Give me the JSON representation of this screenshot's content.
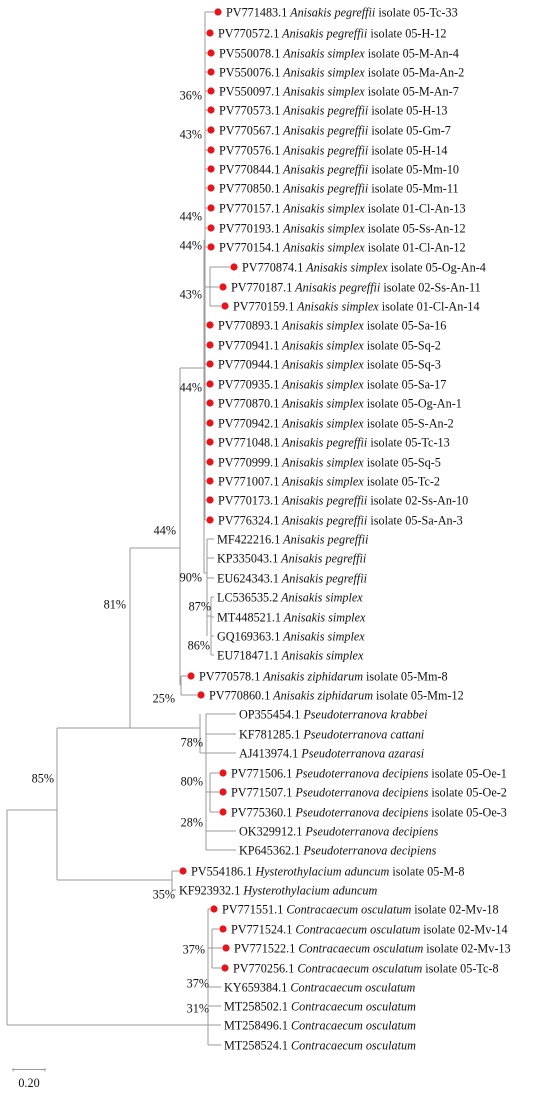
{
  "tree": {
    "taxa": {
      "t1": {
        "acc": "PV771483.1",
        "genus": "Anisakis",
        "species": "pegreffii",
        "isolate": "isolate 05-Tc-33",
        "dot": true
      },
      "t2": {
        "acc": "PV770572.1",
        "genus": "Anisakis",
        "species": "pegreffii",
        "isolate": "isolate 05-H-12",
        "dot": true
      },
      "t3": {
        "acc": "PV550078.1",
        "genus": "Anisakis",
        "species": "simplex",
        "isolate": "isolate 05-M-An-4",
        "dot": true
      },
      "t4": {
        "acc": "PV550076.1",
        "genus": "Anisakis",
        "species": "simplex",
        "isolate": "isolate 05-Ma-An-2",
        "dot": true
      },
      "t5": {
        "acc": "PV550097.1",
        "genus": "Anisakis",
        "species": "simplex",
        "isolate": "isolate 05-M-An-7",
        "dot": true
      },
      "t6": {
        "acc": "PV770573.1",
        "genus": "Anisakis",
        "species": "pegreffii",
        "isolate": "isolate 05-H-13",
        "dot": true
      },
      "t7": {
        "acc": "PV770567.1",
        "genus": "Anisakis",
        "species": "pegreffii",
        "isolate": "isolate 05-Gm-7",
        "dot": true
      },
      "t8": {
        "acc": "PV770576.1",
        "genus": "Anisakis",
        "species": "pegreffii",
        "isolate": "isolate 05-H-14",
        "dot": true
      },
      "t9": {
        "acc": "PV770844.1",
        "genus": "Anisakis",
        "species": "pegreffii",
        "isolate": "isolate 05-Mm-10",
        "dot": true
      },
      "t10": {
        "acc": "PV770850.1",
        "genus": "Anisakis",
        "species": "pegreffii",
        "isolate": "isolate 05-Mm-11",
        "dot": true
      },
      "t11": {
        "acc": "PV770157.1",
        "genus": "Anisakis",
        "species": "simplex",
        "isolate": "isolate 01-Cl-An-13",
        "dot": true
      },
      "t12": {
        "acc": "PV770193.1",
        "genus": "Anisakis",
        "species": "simplex",
        "isolate": "isolate 05-Ss-An-12",
        "dot": true
      },
      "t13": {
        "acc": "PV770154.1",
        "genus": "Anisakis",
        "species": "simplex",
        "isolate": "isolate 01-Cl-An-12",
        "dot": true
      },
      "t14": {
        "acc": "PV770874.1",
        "genus": "Anisakis",
        "species": "simplex",
        "isolate": "isolate 05-Og-An-4",
        "dot": true
      },
      "t15": {
        "acc": "PV770187.1",
        "genus": "Anisakis",
        "species": "pegreffii",
        "isolate": "isolate 02-Ss-An-11",
        "dot": true
      },
      "t16": {
        "acc": "PV770159.1",
        "genus": "Anisakis",
        "species": "simplex",
        "isolate": "isolate 01-Cl-An-14",
        "dot": true
      },
      "t17": {
        "acc": "PV770893.1",
        "genus": "Anisakis",
        "species": "simplex",
        "isolate": "isolate 05-Sa-16",
        "dot": true
      },
      "t18": {
        "acc": "PV770941.1",
        "genus": "Anisakis",
        "species": "simplex",
        "isolate": "isolate 05-Sq-2",
        "dot": true
      },
      "t19": {
        "acc": "PV770944.1",
        "genus": "Anisakis",
        "species": "simplex",
        "isolate": "isolate 05-Sq-3",
        "dot": true
      },
      "t20": {
        "acc": "PV770935.1",
        "genus": "Anisakis",
        "species": "simplex",
        "isolate": "isolate 05-Sa-17",
        "dot": true
      },
      "t21": {
        "acc": "PV770870.1",
        "genus": "Anisakis",
        "species": "simplex",
        "isolate": "isolate 05-Og-An-1",
        "dot": true
      },
      "t22": {
        "acc": "PV770942.1",
        "genus": "Anisakis",
        "species": "simplex",
        "isolate": "isolate 05-S-An-2",
        "dot": true
      },
      "t23": {
        "acc": "PV771048.1",
        "genus": "Anisakis",
        "species": "pegreffii",
        "isolate": "isolate 05-Tc-13",
        "dot": true
      },
      "t24": {
        "acc": "PV770999.1",
        "genus": "Anisakis",
        "species": "simplex",
        "isolate": "isolate 05-Sq-5",
        "dot": true
      },
      "t25": {
        "acc": "PV771007.1",
        "genus": "Anisakis",
        "species": "simplex",
        "isolate": "isolate 05-Tc-2",
        "dot": true
      },
      "t26": {
        "acc": "PV770173.1",
        "genus": "Anisakis",
        "species": "pegreffii",
        "isolate": "isolate 02-Ss-An-10",
        "dot": true
      },
      "t27": {
        "acc": "PV776324.1",
        "genus": "Anisakis",
        "species": "pegreffii",
        "isolate": "isolate 05-Sa-An-3",
        "dot": true
      },
      "t28": {
        "acc": "MF422216.1",
        "genus": "Anisakis",
        "species": "pegreffii",
        "isolate": "",
        "dot": false
      },
      "t29": {
        "acc": "KP335043.1",
        "genus": "Anisakis",
        "species": "pegreffii",
        "isolate": "",
        "dot": false
      },
      "t30": {
        "acc": "EU624343.1",
        "genus": "Anisakis",
        "species": "pegreffii",
        "isolate": "",
        "dot": false
      },
      "t31": {
        "acc": "LC536535.2",
        "genus": "Anisakis",
        "species": "simplex",
        "isolate": "",
        "dot": false
      },
      "t32": {
        "acc": "MT448521.1",
        "genus": "Anisakis",
        "species": "simplex",
        "isolate": "",
        "dot": false
      },
      "t33": {
        "acc": "GQ169363.1",
        "genus": "Anisakis",
        "species": "simplex",
        "isolate": "",
        "dot": false
      },
      "t34": {
        "acc": "EU718471.1",
        "genus": "Anisakis",
        "species": "simplex",
        "isolate": "",
        "dot": false
      },
      "t35": {
        "acc": "PV770578.1",
        "genus": "Anisakis",
        "species": "ziphidarum",
        "isolate": "isolate 05-Mm-8",
        "dot": true
      },
      "t36": {
        "acc": "PV770860.1",
        "genus": "Anisakis",
        "species": "ziphidarum",
        "isolate": "isolate 05-Mm-12",
        "dot": true
      },
      "t37": {
        "acc": "OP355454.1",
        "genus": "Pseudoterranova",
        "species": "krabbei",
        "isolate": "",
        "dot": false
      },
      "t38": {
        "acc": "KF781285.1",
        "genus": "Pseudoterranova",
        "species": "cattani",
        "isolate": "",
        "dot": false
      },
      "t39": {
        "acc": "AJ413974.1",
        "genus": "Pseudoterranova",
        "species": "azarasi",
        "isolate": "",
        "dot": false
      },
      "t40": {
        "acc": "PV771506.1",
        "genus": "Pseudoterranova",
        "species": "decipiens",
        "isolate": "isolate 05-Oe-1",
        "dot": true
      },
      "t41": {
        "acc": "PV771507.1",
        "genus": "Pseudoterranova",
        "species": "decipiens",
        "isolate": "isolate 05-Oe-2",
        "dot": true
      },
      "t42": {
        "acc": "PV775360.1",
        "genus": "Pseudoterranova",
        "species": "decipiens",
        "isolate": "isolate 05-Oe-3",
        "dot": true
      },
      "t43": {
        "acc": "OK329912.1",
        "genus": "Pseudoterranova",
        "species": "decipiens",
        "isolate": "",
        "dot": false
      },
      "t44": {
        "acc": "KP645362.1",
        "genus": "Pseudoterranova",
        "species": "decipiens",
        "isolate": "",
        "dot": false
      },
      "t45": {
        "acc": "PV554186.1",
        "genus": "Hysterothylacium",
        "species": "aduncum",
        "isolate": "isolate 05-M-8",
        "dot": true
      },
      "t46": {
        "acc": "KF923932.1",
        "genus": "Hysterothylacium",
        "species": "aduncum",
        "isolate": "",
        "dot": false
      },
      "t47": {
        "acc": "PV771551.1",
        "genus": "Contracaecum",
        "species": "osculatum",
        "isolate": "isolate 02-Mv-18",
        "dot": true
      },
      "t48": {
        "acc": "PV771524.1",
        "genus": "Contracaecum",
        "species": "osculatum",
        "isolate": "isolate 02-Mv-14",
        "dot": true
      },
      "t49": {
        "acc": "PV771522.1",
        "genus": "Contracaecum",
        "species": "osculatum",
        "isolate": "isolate 02-Mv-13",
        "dot": true
      },
      "t50": {
        "acc": "PV770256.1",
        "genus": "Contracaecum",
        "species": "osculatum",
        "isolate": "isolate 05-Tc-8",
        "dot": true
      },
      "t51": {
        "acc": "KY659384.1",
        "genus": "Contracaecum",
        "species": "osculatum",
        "isolate": "",
        "dot": false
      },
      "t52": {
        "acc": "MT258502.1",
        "genus": "Contracaecum",
        "species": "osculatum",
        "isolate": "",
        "dot": false
      },
      "t53": {
        "acc": "MT258496.1",
        "genus": "Contracaecum",
        "species": "osculatum",
        "isolate": "",
        "dot": false
      },
      "t54": {
        "acc": "MT258524.1",
        "genus": "Contracaecum",
        "species": "osculatum",
        "isolate": "",
        "dot": false
      }
    },
    "bootstrap": {
      "b1": "36%",
      "b2": "43%",
      "b3": "44%",
      "b4": "44%",
      "b5": "43%",
      "b6": "44%",
      "b7": "44%",
      "b8": "90%",
      "b9": "87%",
      "b10": "86%",
      "b11": "81%",
      "b12": "25%",
      "b13": "85%",
      "b14": "78%",
      "b15": "80%",
      "b16": "28%",
      "b17": "35%",
      "b18": "37%",
      "b19": "37%",
      "b20": "31%"
    },
    "scale_label": "0.20",
    "colors": {
      "branch": "#9a9a9a",
      "marker": "#e8141b",
      "text": "#111111"
    }
  }
}
